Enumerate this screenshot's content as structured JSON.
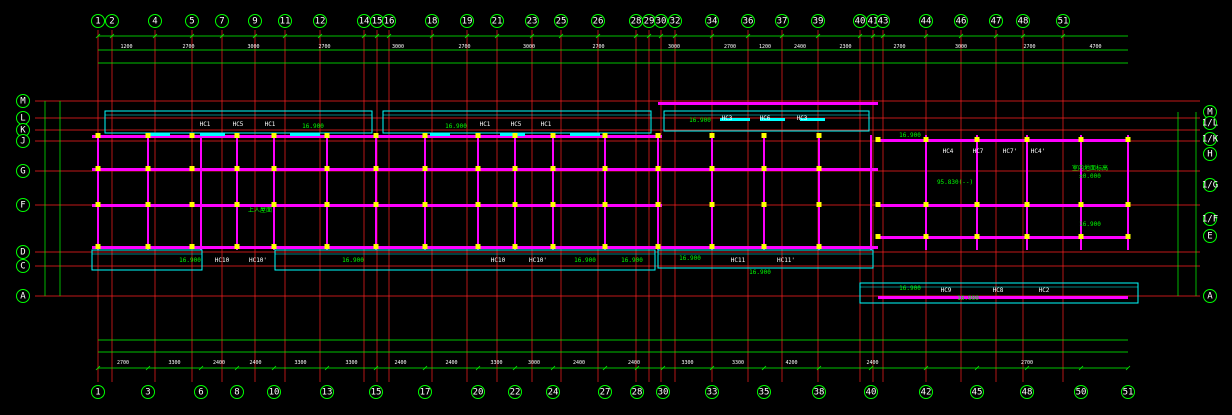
{
  "colors": {
    "background": "#000000",
    "axis": "#ff2020",
    "wall": "#ff00ff",
    "dimension": "#00ff00",
    "column": "#ffff00",
    "window": "#00ffff",
    "label": "#ffffff"
  },
  "top_axes": [
    "1",
    "2",
    "4",
    "5",
    "7",
    "9",
    "11",
    "12",
    "14",
    "15",
    "16",
    "18",
    "19",
    "21",
    "23",
    "25",
    "26",
    "28",
    "29",
    "30",
    "32",
    "34",
    "36",
    "37",
    "39",
    "40",
    "41",
    "43",
    "44",
    "46",
    "47",
    "48",
    "51"
  ],
  "bottom_axes": [
    "1",
    "3",
    "6",
    "8",
    "10",
    "13",
    "15",
    "17",
    "20",
    "22",
    "24",
    "27",
    "28",
    "30",
    "33",
    "35",
    "38",
    "40",
    "42",
    "45",
    "48",
    "50",
    "51"
  ],
  "left_axes": [
    "M",
    "L",
    "K",
    "J",
    "G",
    "F",
    "D",
    "C",
    "A"
  ],
  "right_axes": [
    "M",
    "1/L",
    "1/K",
    "H",
    "1/G",
    "1/F",
    "E",
    "A"
  ],
  "top_dims": [
    "1200",
    "2700",
    "3000",
    "2700",
    "3000",
    "2700",
    "3000",
    "2700",
    "3000",
    "2700",
    "1200",
    "2400",
    "2300",
    "2700",
    "3000",
    "2700",
    "4700"
  ],
  "bottom_dims": [
    "2700",
    "3300",
    "2400",
    "2400",
    "3300",
    "3300",
    "2400",
    "2400",
    "3300",
    "3000",
    "2400",
    "2400",
    "3300",
    "3300",
    "4200",
    "2400",
    "2700"
  ],
  "hc_labels": [
    "HC1",
    "HC5",
    "HC1",
    "HC1",
    "HC5",
    "HC1",
    "HC3",
    "HC6",
    "HC3",
    "HC4",
    "HC7",
    "HC7'",
    "HC4'",
    "HC10",
    "HC10'",
    "HC10",
    "HC10'",
    "HC11",
    "HC11'",
    "HC9",
    "HC8",
    "HC2"
  ],
  "elevation_labels": [
    "16.900",
    "16.900",
    "16.900",
    "16.900",
    "16.900",
    "16.900",
    "16.900",
    "16.900",
    "16.900",
    "16.900",
    "16.900",
    "16.900",
    "16.900"
  ],
  "notes": [
    "室内地面标高",
    "±0.000",
    "上人屋面",
    "95.830(--)"
  ]
}
